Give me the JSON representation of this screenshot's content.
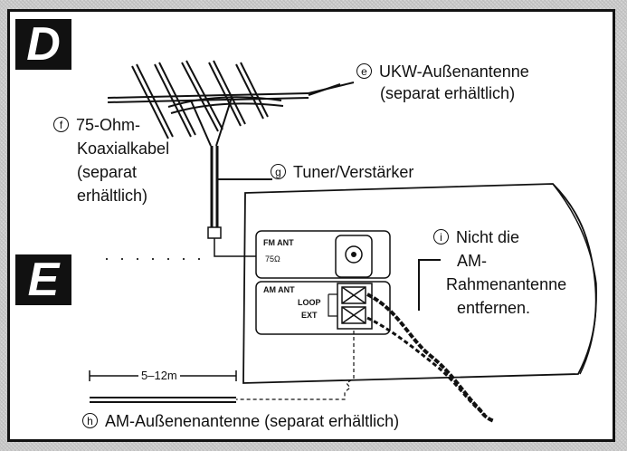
{
  "badges": {
    "top": "D",
    "bottom": "E"
  },
  "labels": {
    "e": {
      "marker": "e",
      "line1": "UKW-Außenantenne",
      "line2": "(separat erhältlich)"
    },
    "f": {
      "marker": "f",
      "line1": "75-Ohm-",
      "line2": "Koaxialkabel",
      "line3": "(separat",
      "line4": "erhältlich)"
    },
    "g": {
      "marker": "g",
      "text": "Tuner/Verstärker"
    },
    "i": {
      "marker": "i",
      "line1": "Nicht die",
      "line2": "AM-",
      "line3": "Rahmenantenne",
      "line4": "entfernen."
    },
    "h": {
      "marker": "h",
      "text": "AM-Außenenantenne (separat erhältlich)"
    }
  },
  "terminals": {
    "fm_title": "FM ANT",
    "fm_ohm": "75Ω",
    "am_title": "AM ANT",
    "loop": "LOOP",
    "ext": "EXT"
  },
  "distance": "5–12m",
  "dots": "· · · · · · ·"
}
